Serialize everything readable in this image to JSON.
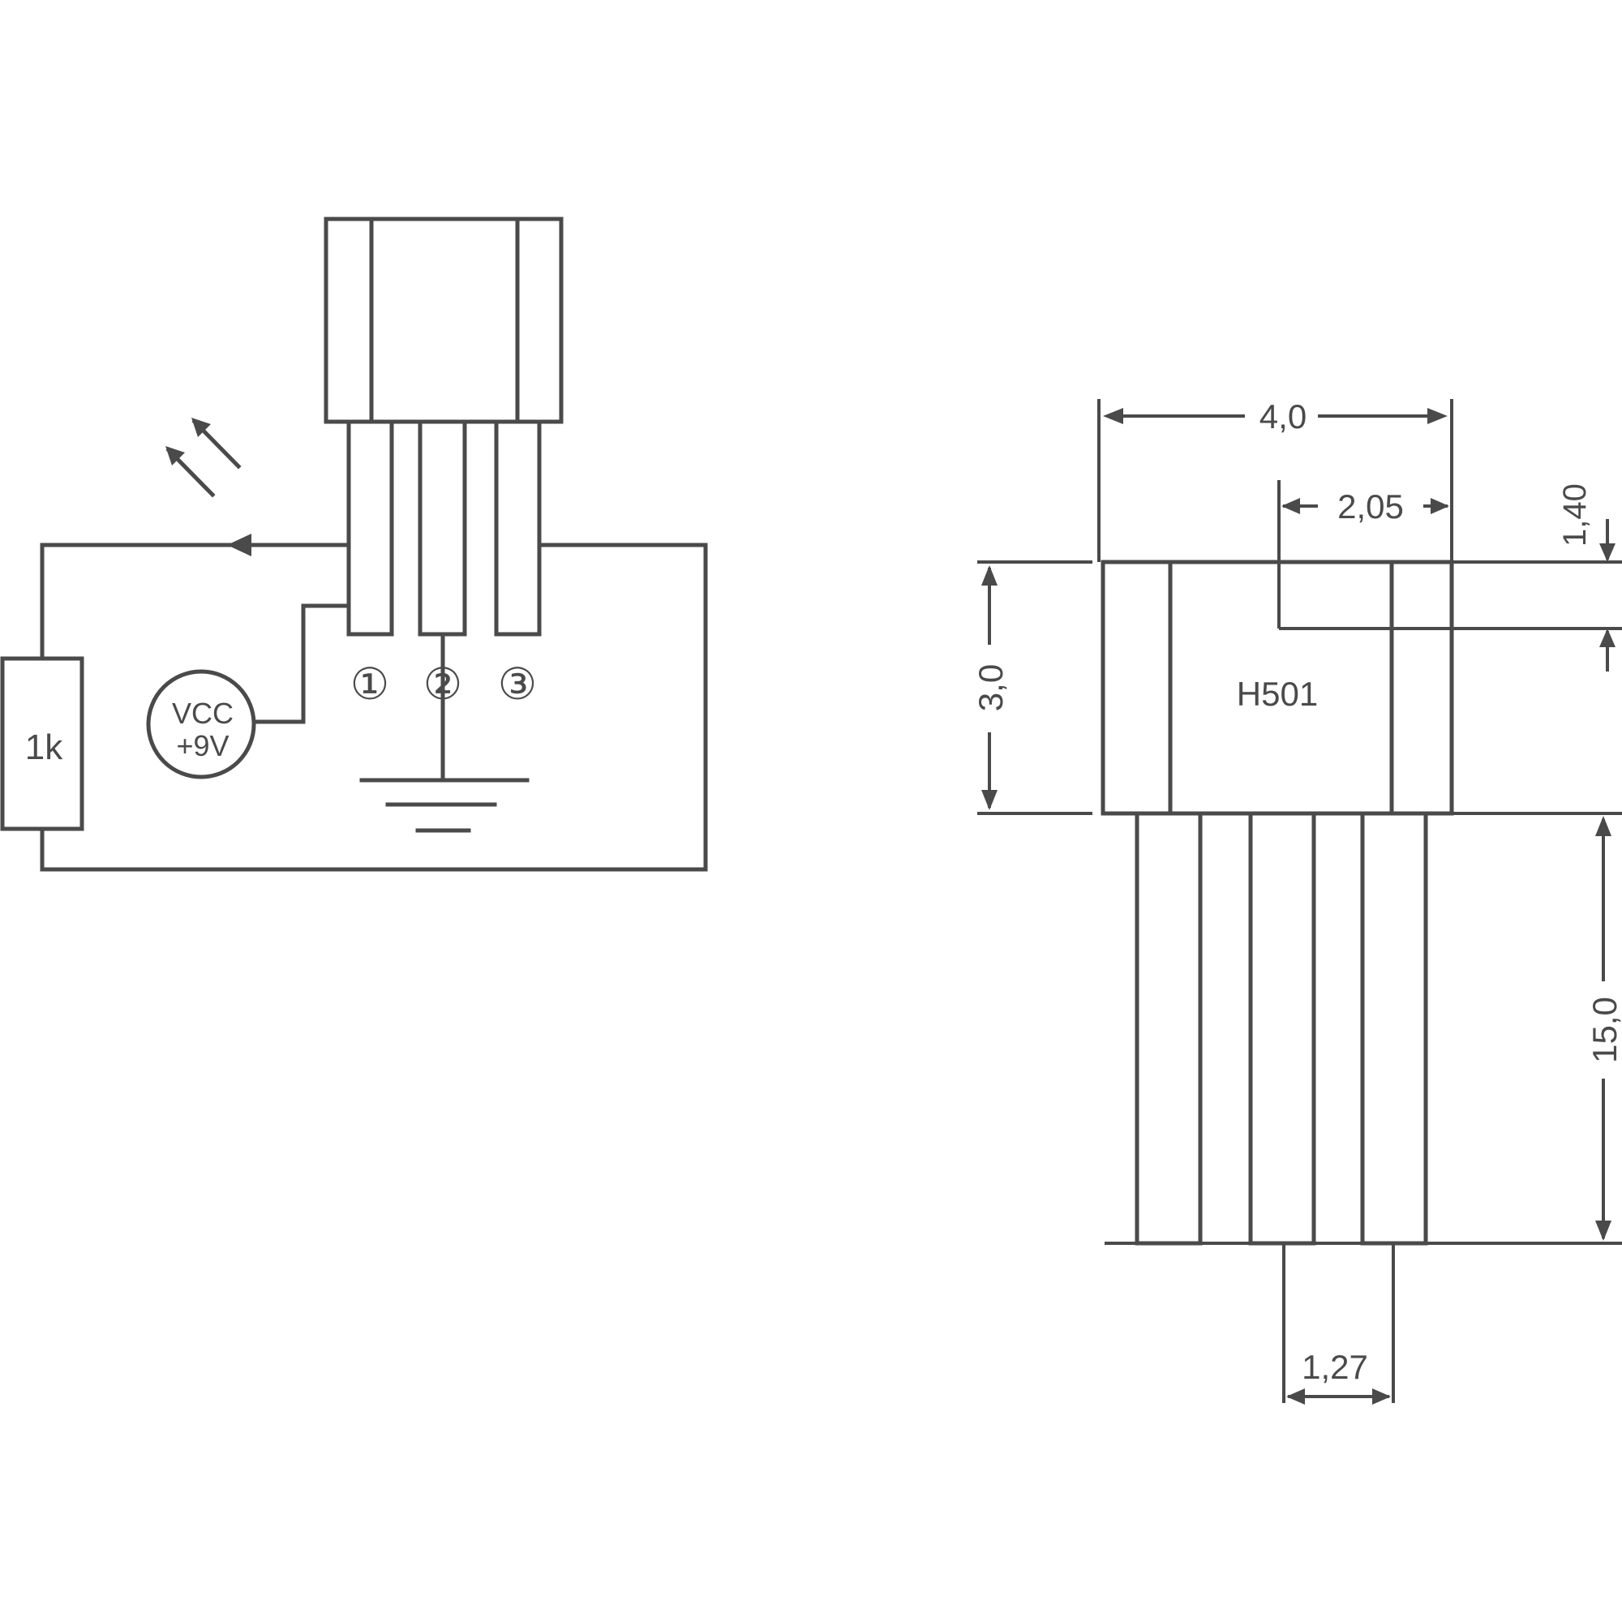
{
  "schematic": {
    "resistor_label": "1k",
    "supply_line1": "VCC",
    "supply_line2": "+9V",
    "pin_labels": [
      "①",
      "②",
      "③"
    ]
  },
  "dimensions": {
    "width": "4,0",
    "offset": "2,05",
    "top_gap": "1,40",
    "body_height": "3,0",
    "lead_length": "15,0",
    "pitch": "1,27",
    "part_marking": "H501"
  },
  "colors": {
    "line": "#4a4a4a",
    "background": "#ffffff"
  }
}
